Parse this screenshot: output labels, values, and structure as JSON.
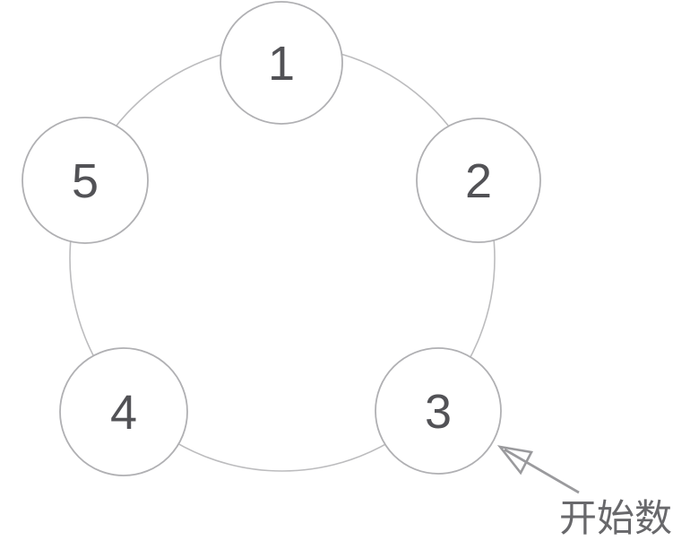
{
  "diagram": {
    "type": "circular-arrangement",
    "description": "Five numbered circles placed on a ring; an arrow marks the starting node",
    "node_count": 5,
    "nodes": [
      {
        "label": "1"
      },
      {
        "label": "2"
      },
      {
        "label": "3"
      },
      {
        "label": "4"
      },
      {
        "label": "5"
      }
    ],
    "annotation": {
      "label": "开始数",
      "points_to_node": "3"
    },
    "colors": {
      "background": "#ffffff",
      "ring_stroke": "#bcbcbe",
      "circle_stroke": "#b0b0b3",
      "number_text": "#525256",
      "arrow": "#9a9a9d",
      "annotation_text": "#68686b"
    }
  }
}
